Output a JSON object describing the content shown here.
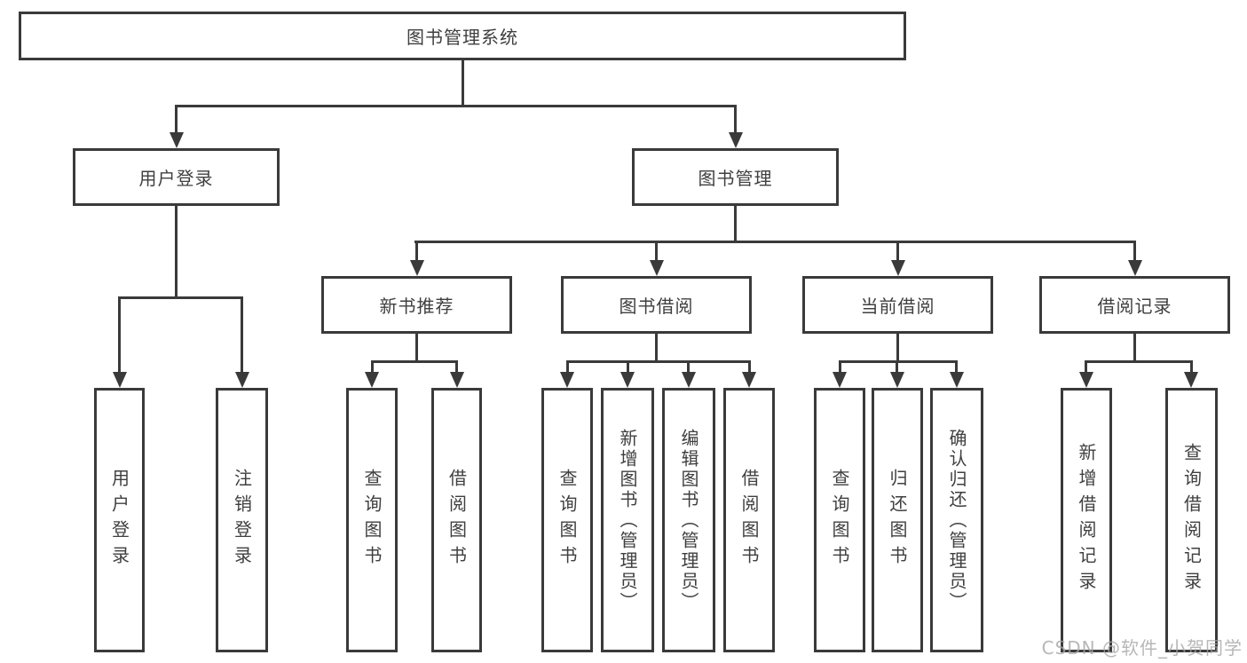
{
  "tree": {
    "root": {
      "label": "图书管理系统"
    },
    "branches": {
      "user_login": {
        "label": "用户登录",
        "children": {
          "login": {
            "label": "用户登录"
          },
          "logout": {
            "label": "注销登录"
          }
        }
      },
      "book_mgmt": {
        "label": "图书管理",
        "children": {
          "new_book_rec": {
            "label": "新书推荐",
            "children": {
              "query_books": {
                "label": "查询图书"
              },
              "borrow_books": {
                "label": "借阅图书"
              }
            }
          },
          "book_borrow": {
            "label": "图书借阅",
            "children": {
              "query_books": {
                "label": "查询图书"
              },
              "add_books": {
                "label": "新增图书（管理员）"
              },
              "edit_books": {
                "label": "编辑图书（管理员）"
              },
              "borrow_books": {
                "label": "借阅图书"
              }
            }
          },
          "current_borrow": {
            "label": "当前借阅",
            "children": {
              "query_books": {
                "label": "查询图书"
              },
              "return_books": {
                "label": "归还图书"
              },
              "confirm_return": {
                "label": "确认归还（管理员）"
              }
            }
          },
          "borrow_records": {
            "label": "借阅记录",
            "children": {
              "add_record": {
                "label": "新增借阅记录"
              },
              "query_record": {
                "label": "查询借阅记录"
              }
            }
          }
        }
      }
    }
  },
  "watermark": {
    "text": "CSDN @软件_小贺同学"
  },
  "colors": {
    "line": "#3a3a3a",
    "box_border": "#3a3a3a",
    "text": "#3f3f3f",
    "background": "#ffffff",
    "watermark": "#a5a5a5"
  }
}
